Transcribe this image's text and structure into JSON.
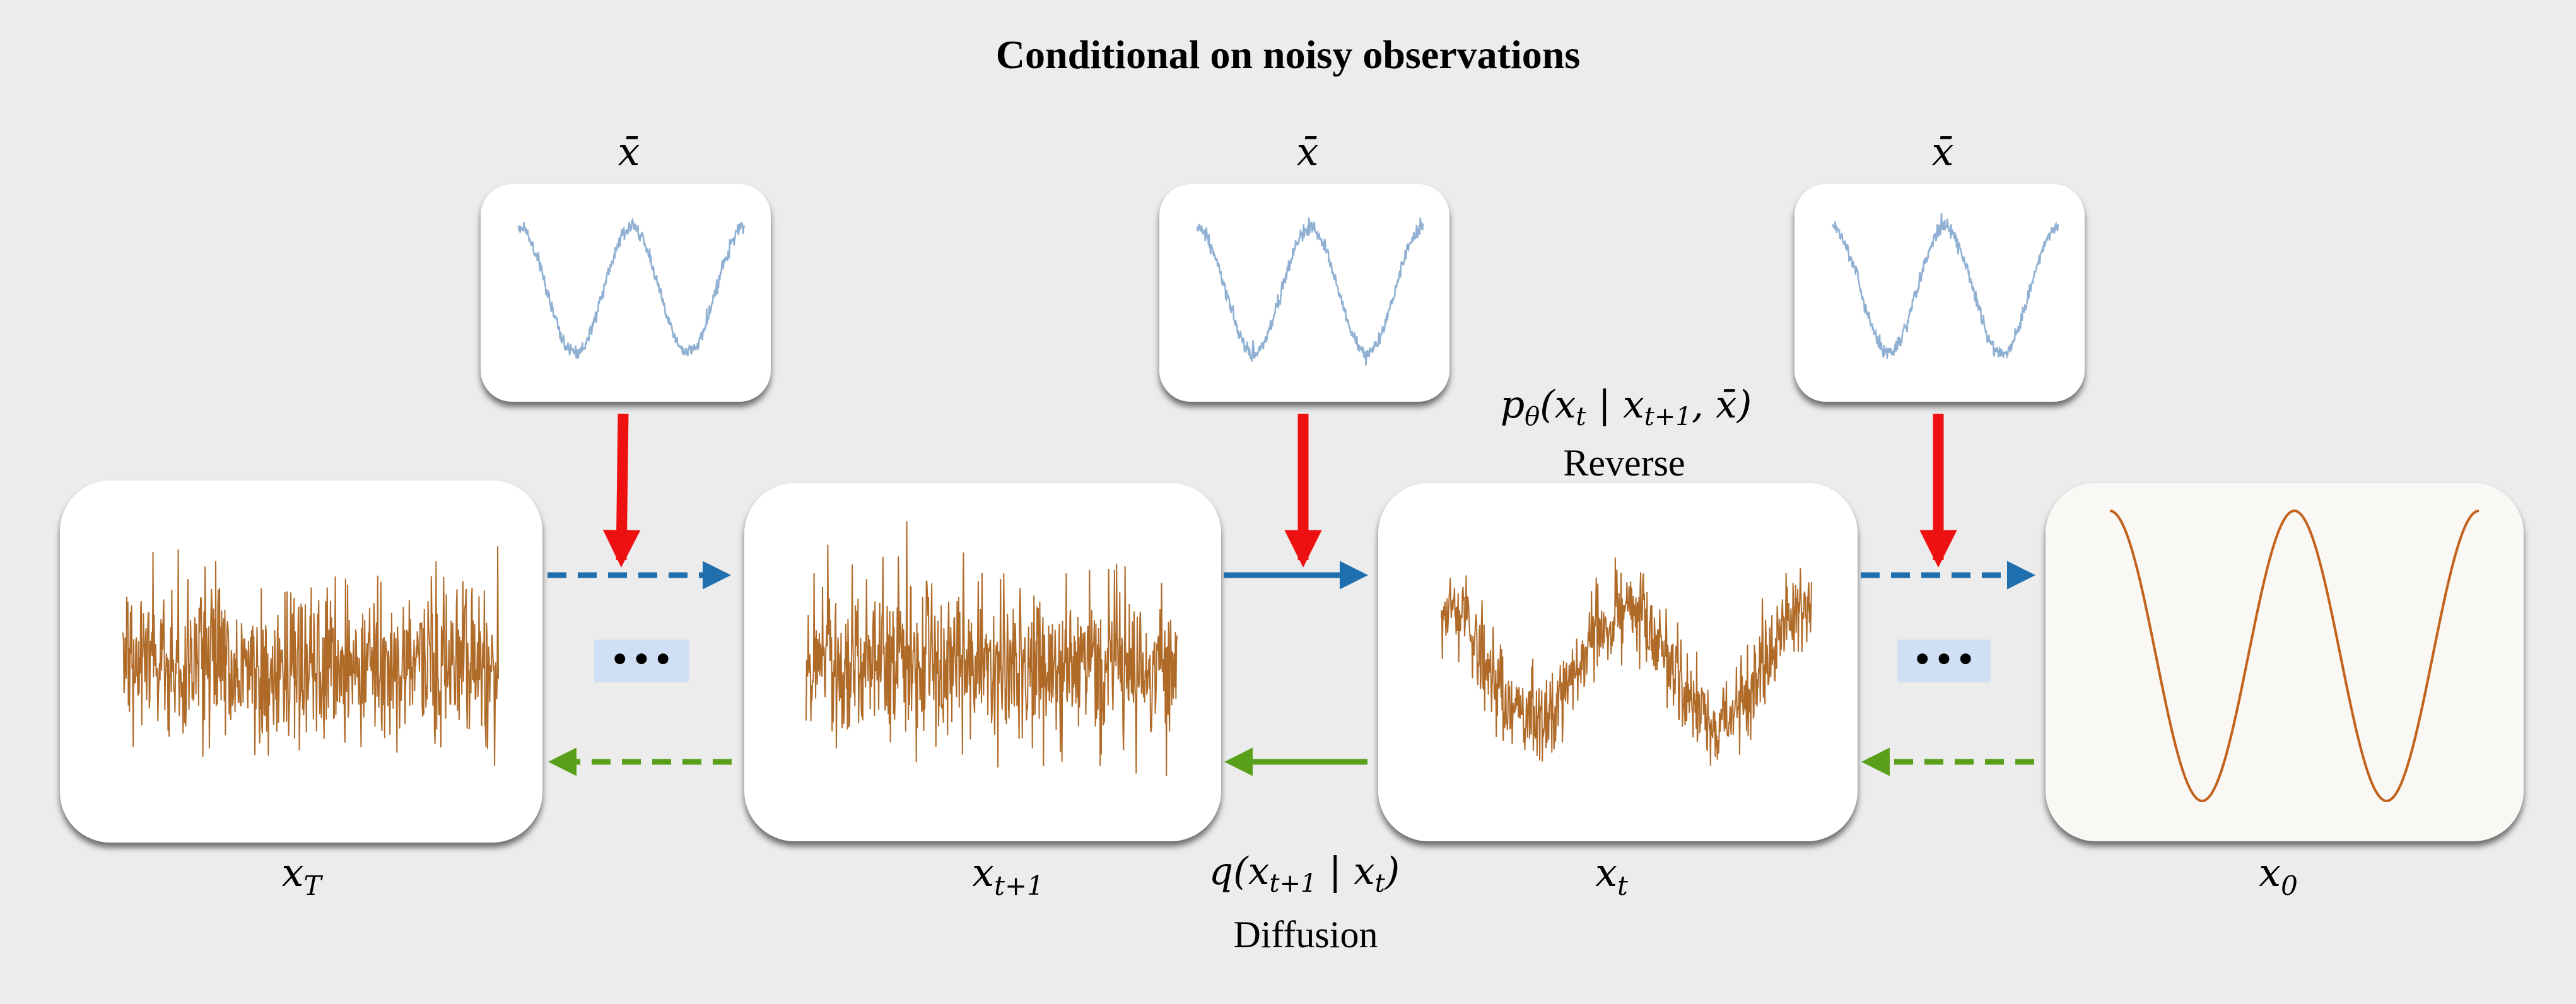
{
  "title": "Conditional on noisy observations",
  "colors": {
    "background": "#ececec",
    "card": "#ffffff",
    "clean_card": "#faf8f5",
    "signal": "#b06a28",
    "condition_signal": "#8fb0d2",
    "reverse_arrow": "#1f6fae",
    "diffusion_arrow": "#5a9f1a",
    "condition_arrow": "#ee1111",
    "dots_bg": "#cfe0f5"
  },
  "states": [
    {
      "id": "xT",
      "symbol": "x",
      "subscript": "T",
      "noise": "pure"
    },
    {
      "id": "xt1",
      "symbol": "x",
      "subscript": "t+1",
      "noise": "pure"
    },
    {
      "id": "xt",
      "symbol": "x",
      "subscript": "t",
      "noise": "partial"
    },
    {
      "id": "x0",
      "symbol": "x",
      "subscript": "0",
      "noise": "clean"
    }
  ],
  "condition_label": "x̄",
  "ellipsis": "•••",
  "reverse": {
    "formula": "p",
    "formula_sub": "θ",
    "formula_rest": "(x",
    "formula_rest_sub": "t",
    "formula_tail": " | x",
    "formula_tail_sub": "t+1",
    "formula_end": ", x̄)",
    "caption": "Reverse"
  },
  "diffusion": {
    "formula": "q(x",
    "formula_sub": "t+1",
    "formula_tail": " | x",
    "formula_tail_sub": "t",
    "formula_end": ")",
    "caption": "Diffusion"
  }
}
